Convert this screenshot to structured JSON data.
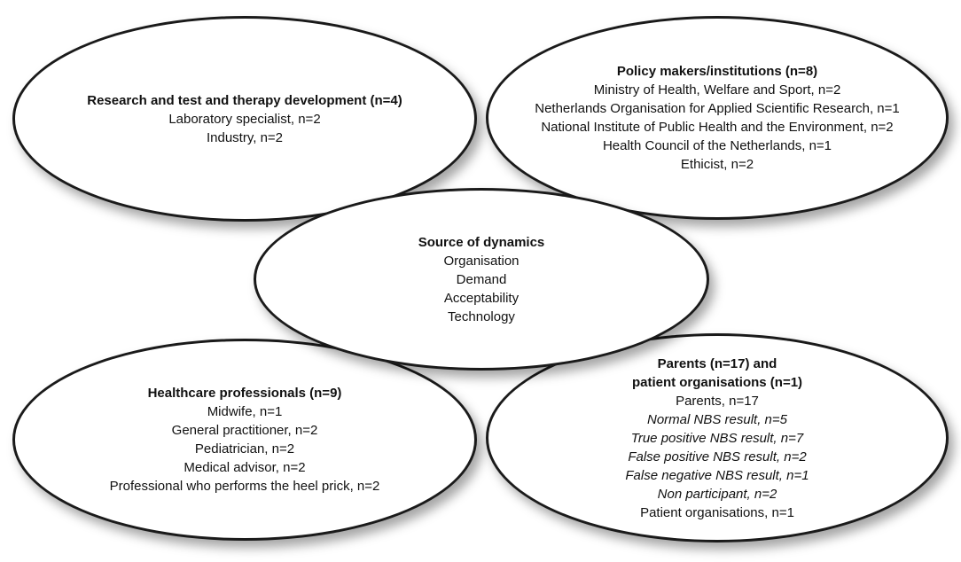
{
  "research": {
    "title": "Research and test and therapy development (n=4)",
    "items": [
      "Laboratory specialist, n=2",
      "Industry, n=2"
    ]
  },
  "policy": {
    "title": "Policy makers/institutions (n=8)",
    "items": [
      "Ministry of Health, Welfare and Sport, n=2",
      "Netherlands Organisation for Applied Scientific Research, n=1",
      "National Institute of Public Health and the Environment, n=2",
      "Health Council of the Netherlands, n=1",
      "Ethicist, n=2"
    ]
  },
  "source": {
    "title": "Source of dynamics",
    "items": [
      "Organisation",
      "Demand",
      "Acceptability",
      "Technology"
    ]
  },
  "healthcare": {
    "title": "Healthcare professionals (n=9)",
    "items": [
      "Midwife, n=1",
      "General practitioner, n=2",
      "Pediatrician, n=2",
      "Medical advisor, n=2",
      "Professional who performs the heel prick, n=2"
    ]
  },
  "parents": {
    "title_line1": "Parents (n=17) and",
    "title_line2": "patient organisations (n=1)",
    "parents_line": "Parents, n=17",
    "subgroups": [
      "Normal NBS result, n=5",
      "True positive NBS result, n=7",
      "False positive NBS result, n=2",
      "False negative NBS result, n=1",
      "Non participant, n=2"
    ],
    "patient_orgs": "Patient organisations, n=1"
  }
}
